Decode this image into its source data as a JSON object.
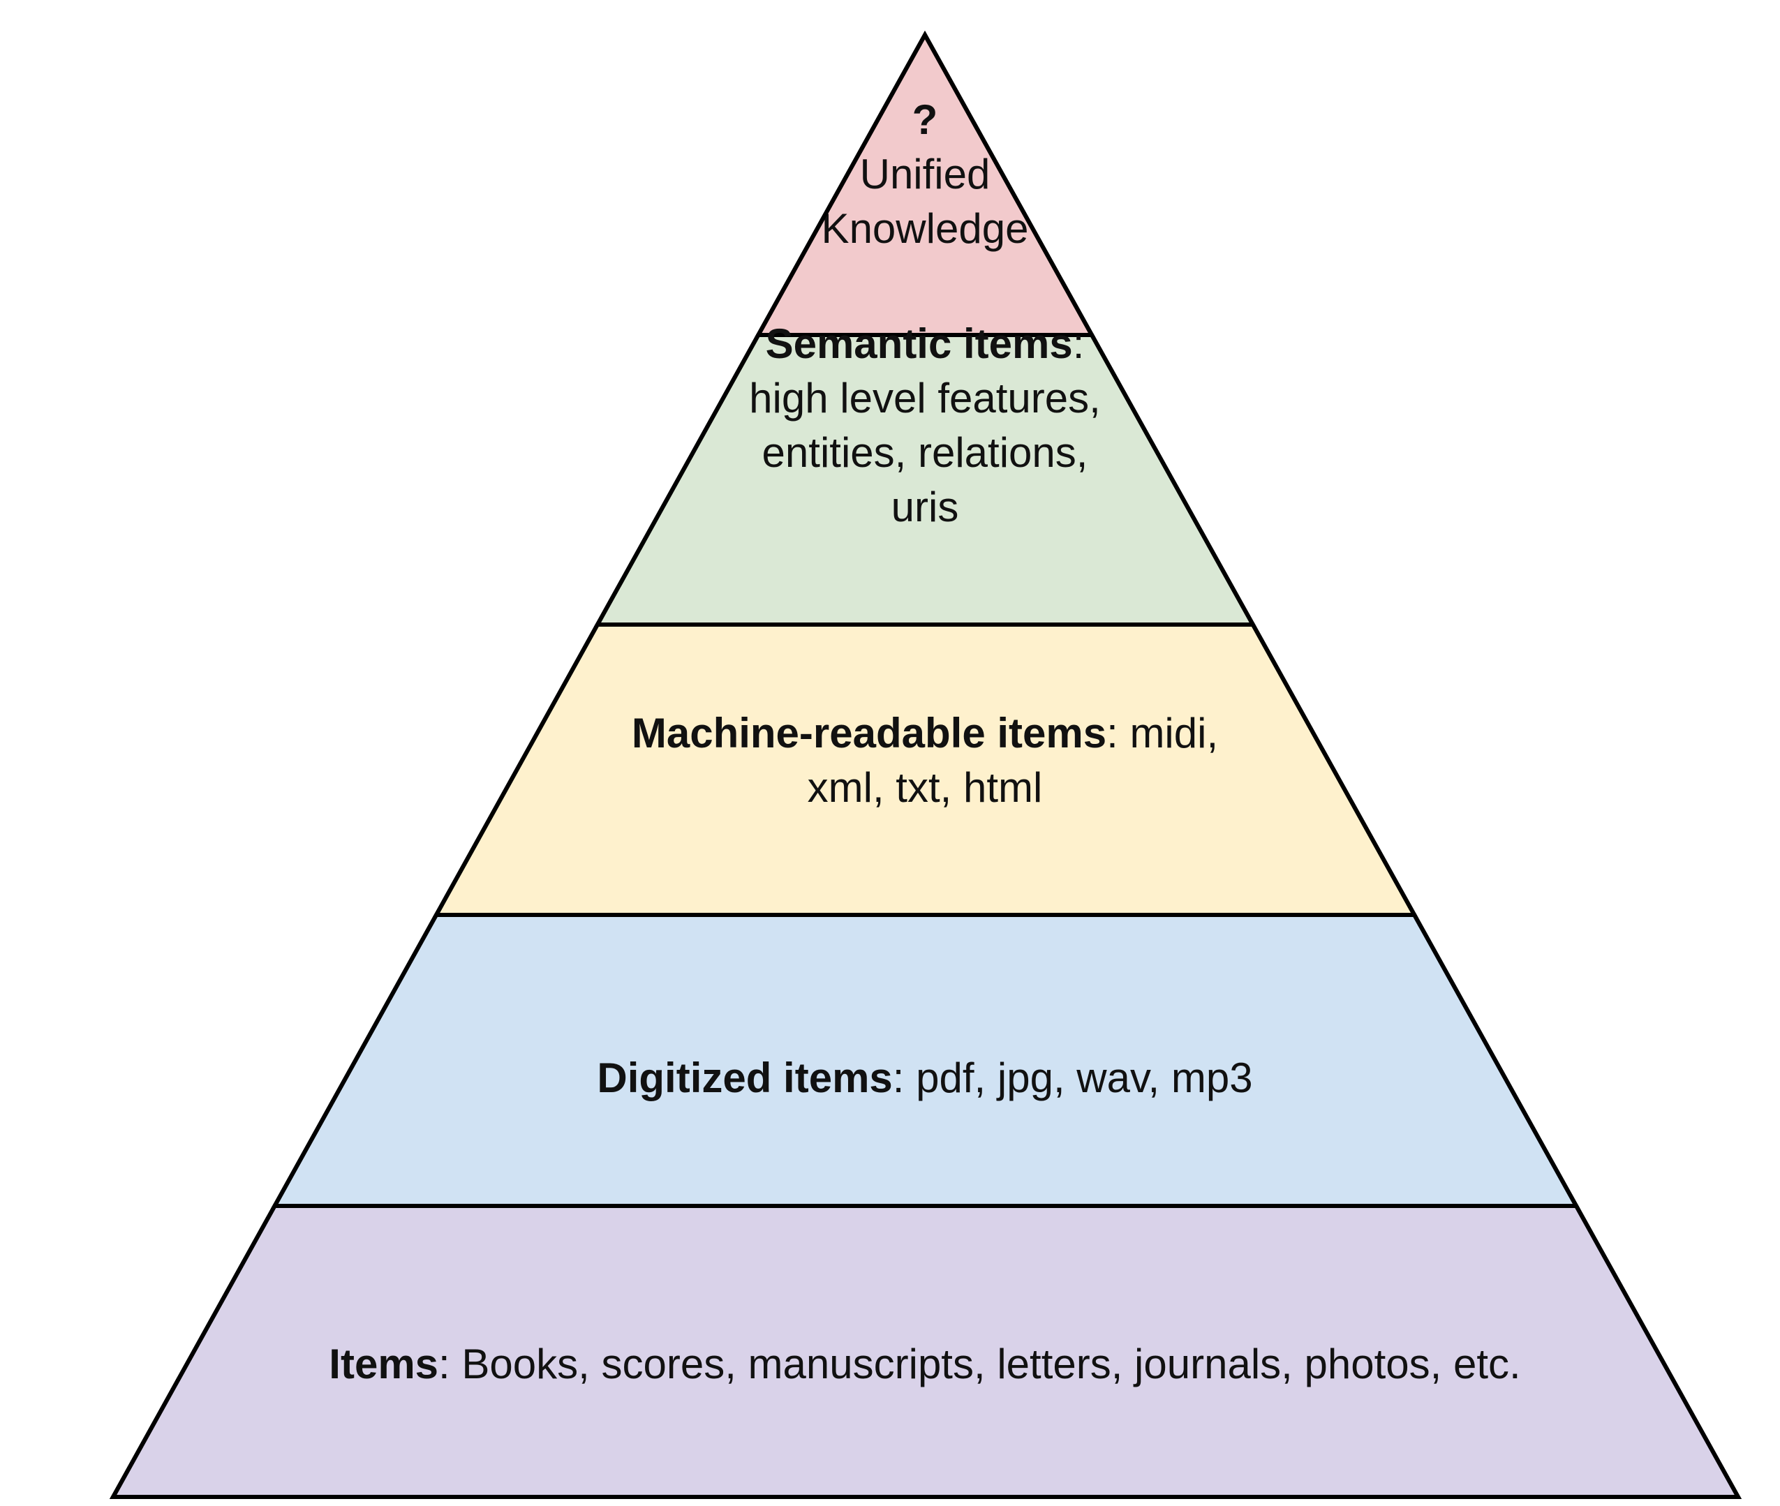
{
  "tiers": [
    {
      "id": "unified-knowledge",
      "color": "#F2CACC",
      "bold_label": "?",
      "lines": [
        {
          "bold": "?",
          "text": ""
        },
        {
          "bold": "",
          "text": "Unified"
        },
        {
          "bold": "",
          "text": "Knowledge"
        }
      ]
    },
    {
      "id": "semantic-items",
      "color": "#DAE8D5",
      "lines": [
        {
          "bold": "Semantic items",
          "text": ":"
        },
        {
          "bold": "",
          "text": "high level features,"
        },
        {
          "bold": "",
          "text": "entities, relations,"
        },
        {
          "bold": "",
          "text": "uris"
        }
      ]
    },
    {
      "id": "machine-readable-items",
      "color": "#FEF1CD",
      "lines": [
        {
          "bold": "Machine-readable items",
          "text": ": midi,"
        },
        {
          "bold": "",
          "text": "xml, txt, html"
        }
      ]
    },
    {
      "id": "digitized-items",
      "color": "#D0E2F3",
      "lines": [
        {
          "bold": "Digitized items",
          "text": ": pdf, jpg, wav, mp3"
        }
      ]
    },
    {
      "id": "items",
      "color": "#D9D2E9",
      "lines": [
        {
          "bold": "Items",
          "text": ": Books, scores, manuscripts, letters, journals, photos, etc."
        }
      ]
    }
  ],
  "outline_color": "#000000"
}
